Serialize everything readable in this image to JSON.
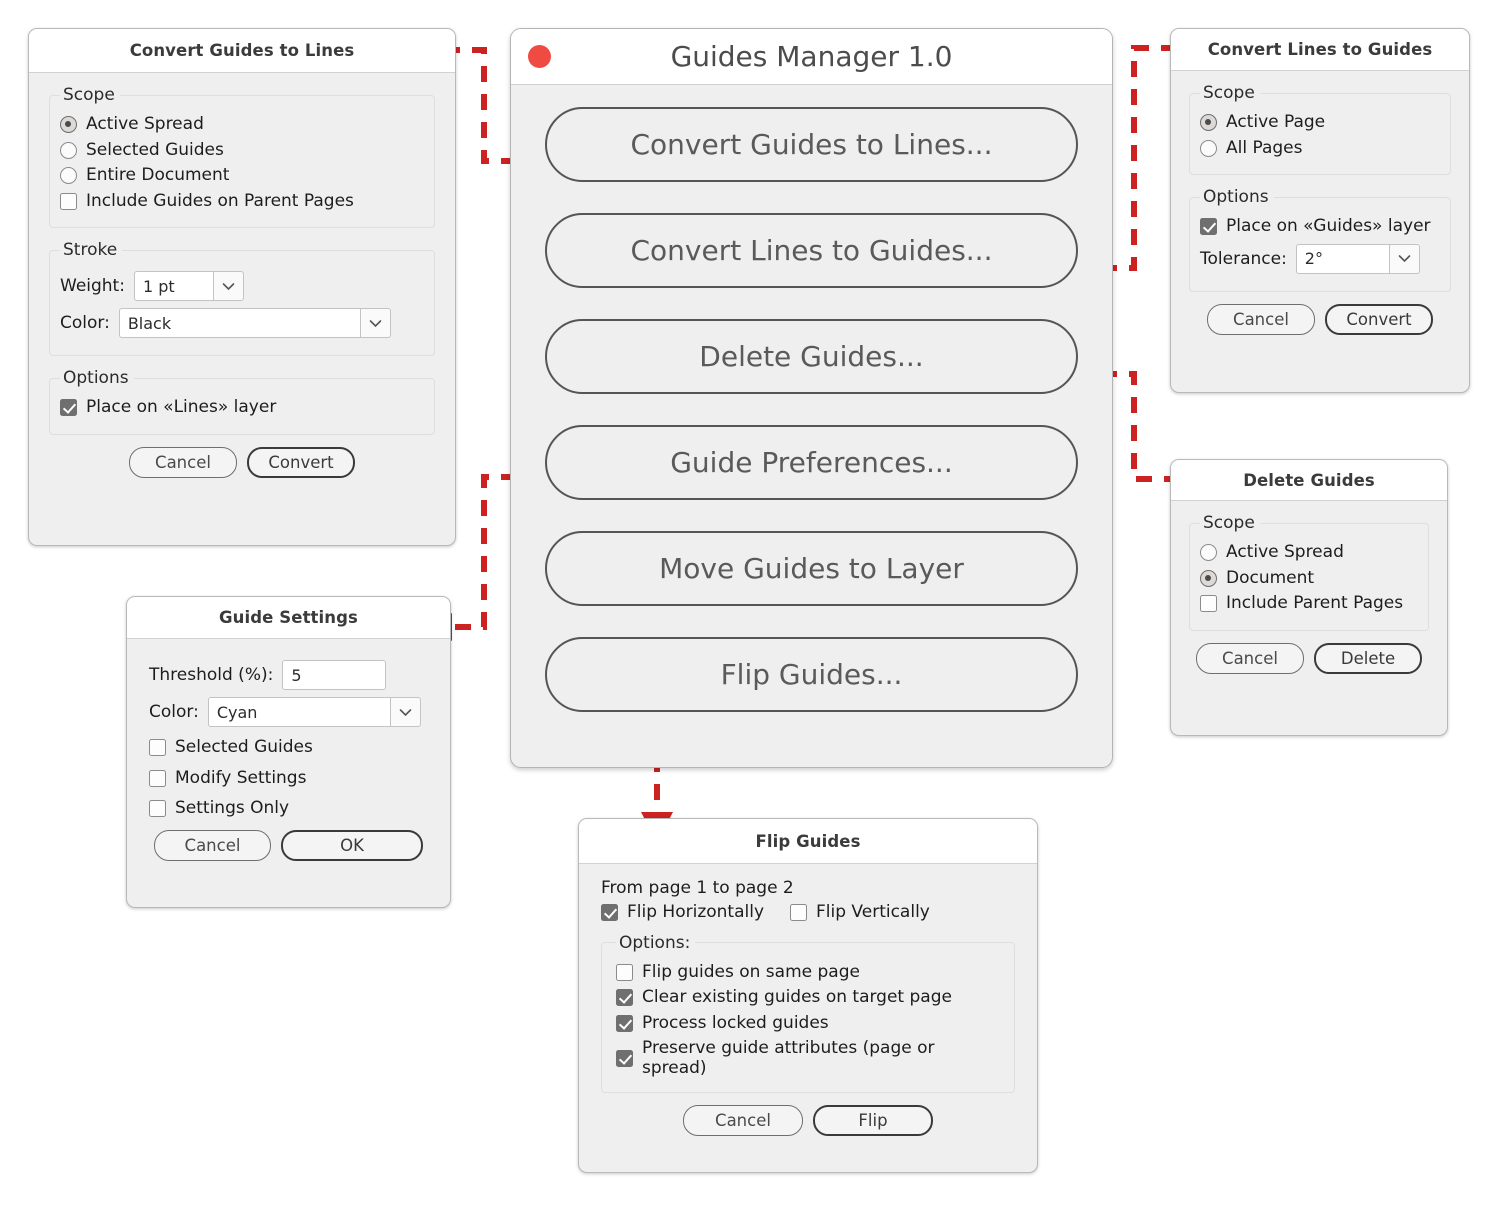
{
  "accent_color": "#cc2222",
  "close_dot_color": "#ef4b43",
  "main_window": {
    "title": "Guides Manager 1.0",
    "close_dot": "close-dot",
    "buttons": [
      {
        "label": "Convert Guides to Lines..."
      },
      {
        "label": "Convert Lines to Guides..."
      },
      {
        "label": "Delete Guides..."
      },
      {
        "label": "Guide Preferences..."
      },
      {
        "label": "Move Guides to Layer"
      },
      {
        "label": "Flip Guides..."
      }
    ]
  },
  "convert_guides_to_lines": {
    "title": "Convert Guides to Lines",
    "scope_legend": "Scope",
    "scope": [
      {
        "label": "Active Spread",
        "type": "radio",
        "checked": true
      },
      {
        "label": "Selected Guides",
        "type": "radio",
        "checked": false
      },
      {
        "label": "Entire Document",
        "type": "radio",
        "checked": false
      },
      {
        "label": "Include Guides on Parent Pages",
        "type": "checkbox",
        "checked": false
      }
    ],
    "stroke_legend": "Stroke",
    "weight_label": "Weight:",
    "weight_value": "1 pt",
    "color_label": "Color:",
    "color_value": "Black",
    "options_legend": "Options",
    "place_layer": {
      "label": "Place on «Lines» layer",
      "checked": true
    },
    "cancel": "Cancel",
    "confirm": "Convert"
  },
  "convert_lines_to_guides": {
    "title": "Convert Lines to Guides",
    "scope_legend": "Scope",
    "scope": [
      {
        "label": "Active Page",
        "checked": true
      },
      {
        "label": "All Pages",
        "checked": false
      }
    ],
    "options_legend": "Options",
    "place_layer": {
      "label": "Place on «Guides» layer",
      "checked": true
    },
    "tolerance_label": "Tolerance:",
    "tolerance_value": "2°",
    "cancel": "Cancel",
    "confirm": "Convert"
  },
  "delete_guides": {
    "title": "Delete Guides",
    "scope_legend": "Scope",
    "scope": [
      {
        "label": "Active Spread",
        "type": "radio",
        "checked": false
      },
      {
        "label": "Document",
        "type": "radio",
        "checked": true
      },
      {
        "label": "Include Parent Pages",
        "type": "checkbox",
        "checked": false
      }
    ],
    "cancel": "Cancel",
    "confirm": "Delete"
  },
  "guide_settings": {
    "title": "Guide Settings",
    "threshold_label": "Threshold (%):",
    "threshold_value": "5",
    "color_label": "Color:",
    "color_value": "Cyan",
    "checks": [
      {
        "label": "Selected Guides",
        "checked": false
      },
      {
        "label": "Modify Settings",
        "checked": false
      },
      {
        "label": "Settings Only",
        "checked": false
      }
    ],
    "cancel": "Cancel",
    "confirm": "OK"
  },
  "flip_guides": {
    "title": "Flip Guides",
    "range_text": "From page 1 to page 2",
    "direction": [
      {
        "label": "Flip Horizontally",
        "checked": true
      },
      {
        "label": "Flip Vertically",
        "checked": false
      }
    ],
    "options_legend": "Options:",
    "options": [
      {
        "label": "Flip guides on same page",
        "checked": false
      },
      {
        "label": "Clear existing guides on target page",
        "checked": true
      },
      {
        "label": "Process locked guides",
        "checked": true
      },
      {
        "label": "Preserve guide attributes (page or spread)",
        "checked": true
      }
    ],
    "cancel": "Cancel",
    "confirm": "Flip"
  }
}
